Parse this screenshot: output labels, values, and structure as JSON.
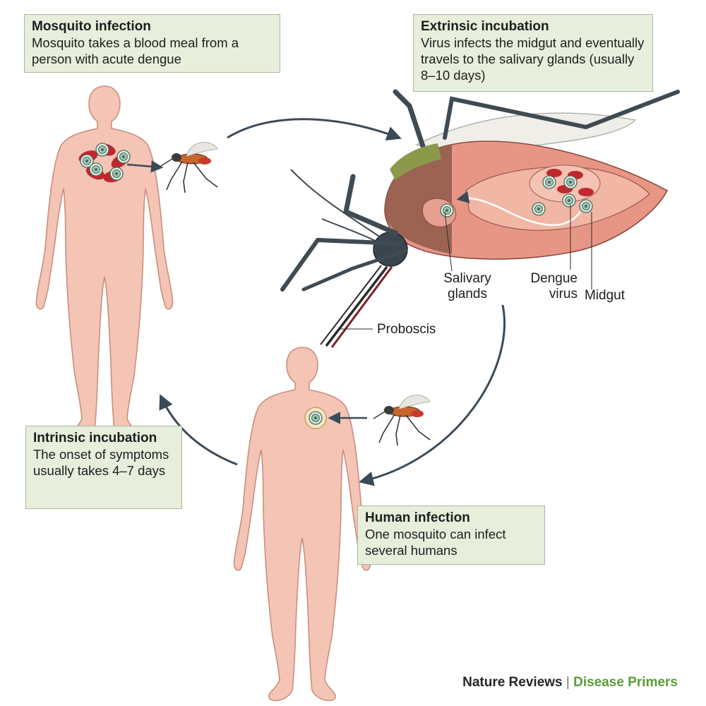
{
  "callouts": {
    "mosquito_infection": {
      "title": "Mosquito infection",
      "body": "Mosquito takes a blood meal from a person with acute dengue"
    },
    "extrinsic_incubation": {
      "title": "Extrinsic incubation",
      "body": "Virus infects the midgut and eventually travels to the salivary glands (usually 8–10 days)"
    },
    "intrinsic_incubation": {
      "title": "Intrinsic incubation",
      "body": "The onset of symptoms usually takes 4–7 days"
    },
    "human_infection": {
      "title": "Human infection",
      "body": "One mosquito can infect several humans"
    }
  },
  "labels": {
    "salivary_glands": "Salivary glands",
    "dengue_virus": "Dengue virus",
    "midgut": "Midgut",
    "proboscis": "Proboscis"
  },
  "credit": {
    "publisher": "Nature Reviews",
    "separator": "|",
    "series": "Disease Primers"
  },
  "colors": {
    "skin": "#f4c4b4",
    "skin_outline": "#c98f7f",
    "callout_fill": "#e7efdc",
    "callout_border": "#a8b99a",
    "arrow": "#3b4a57",
    "blood_cell": "#c0282e",
    "virus": "#9bc7b1",
    "accent_green": "#5c9a3a"
  }
}
